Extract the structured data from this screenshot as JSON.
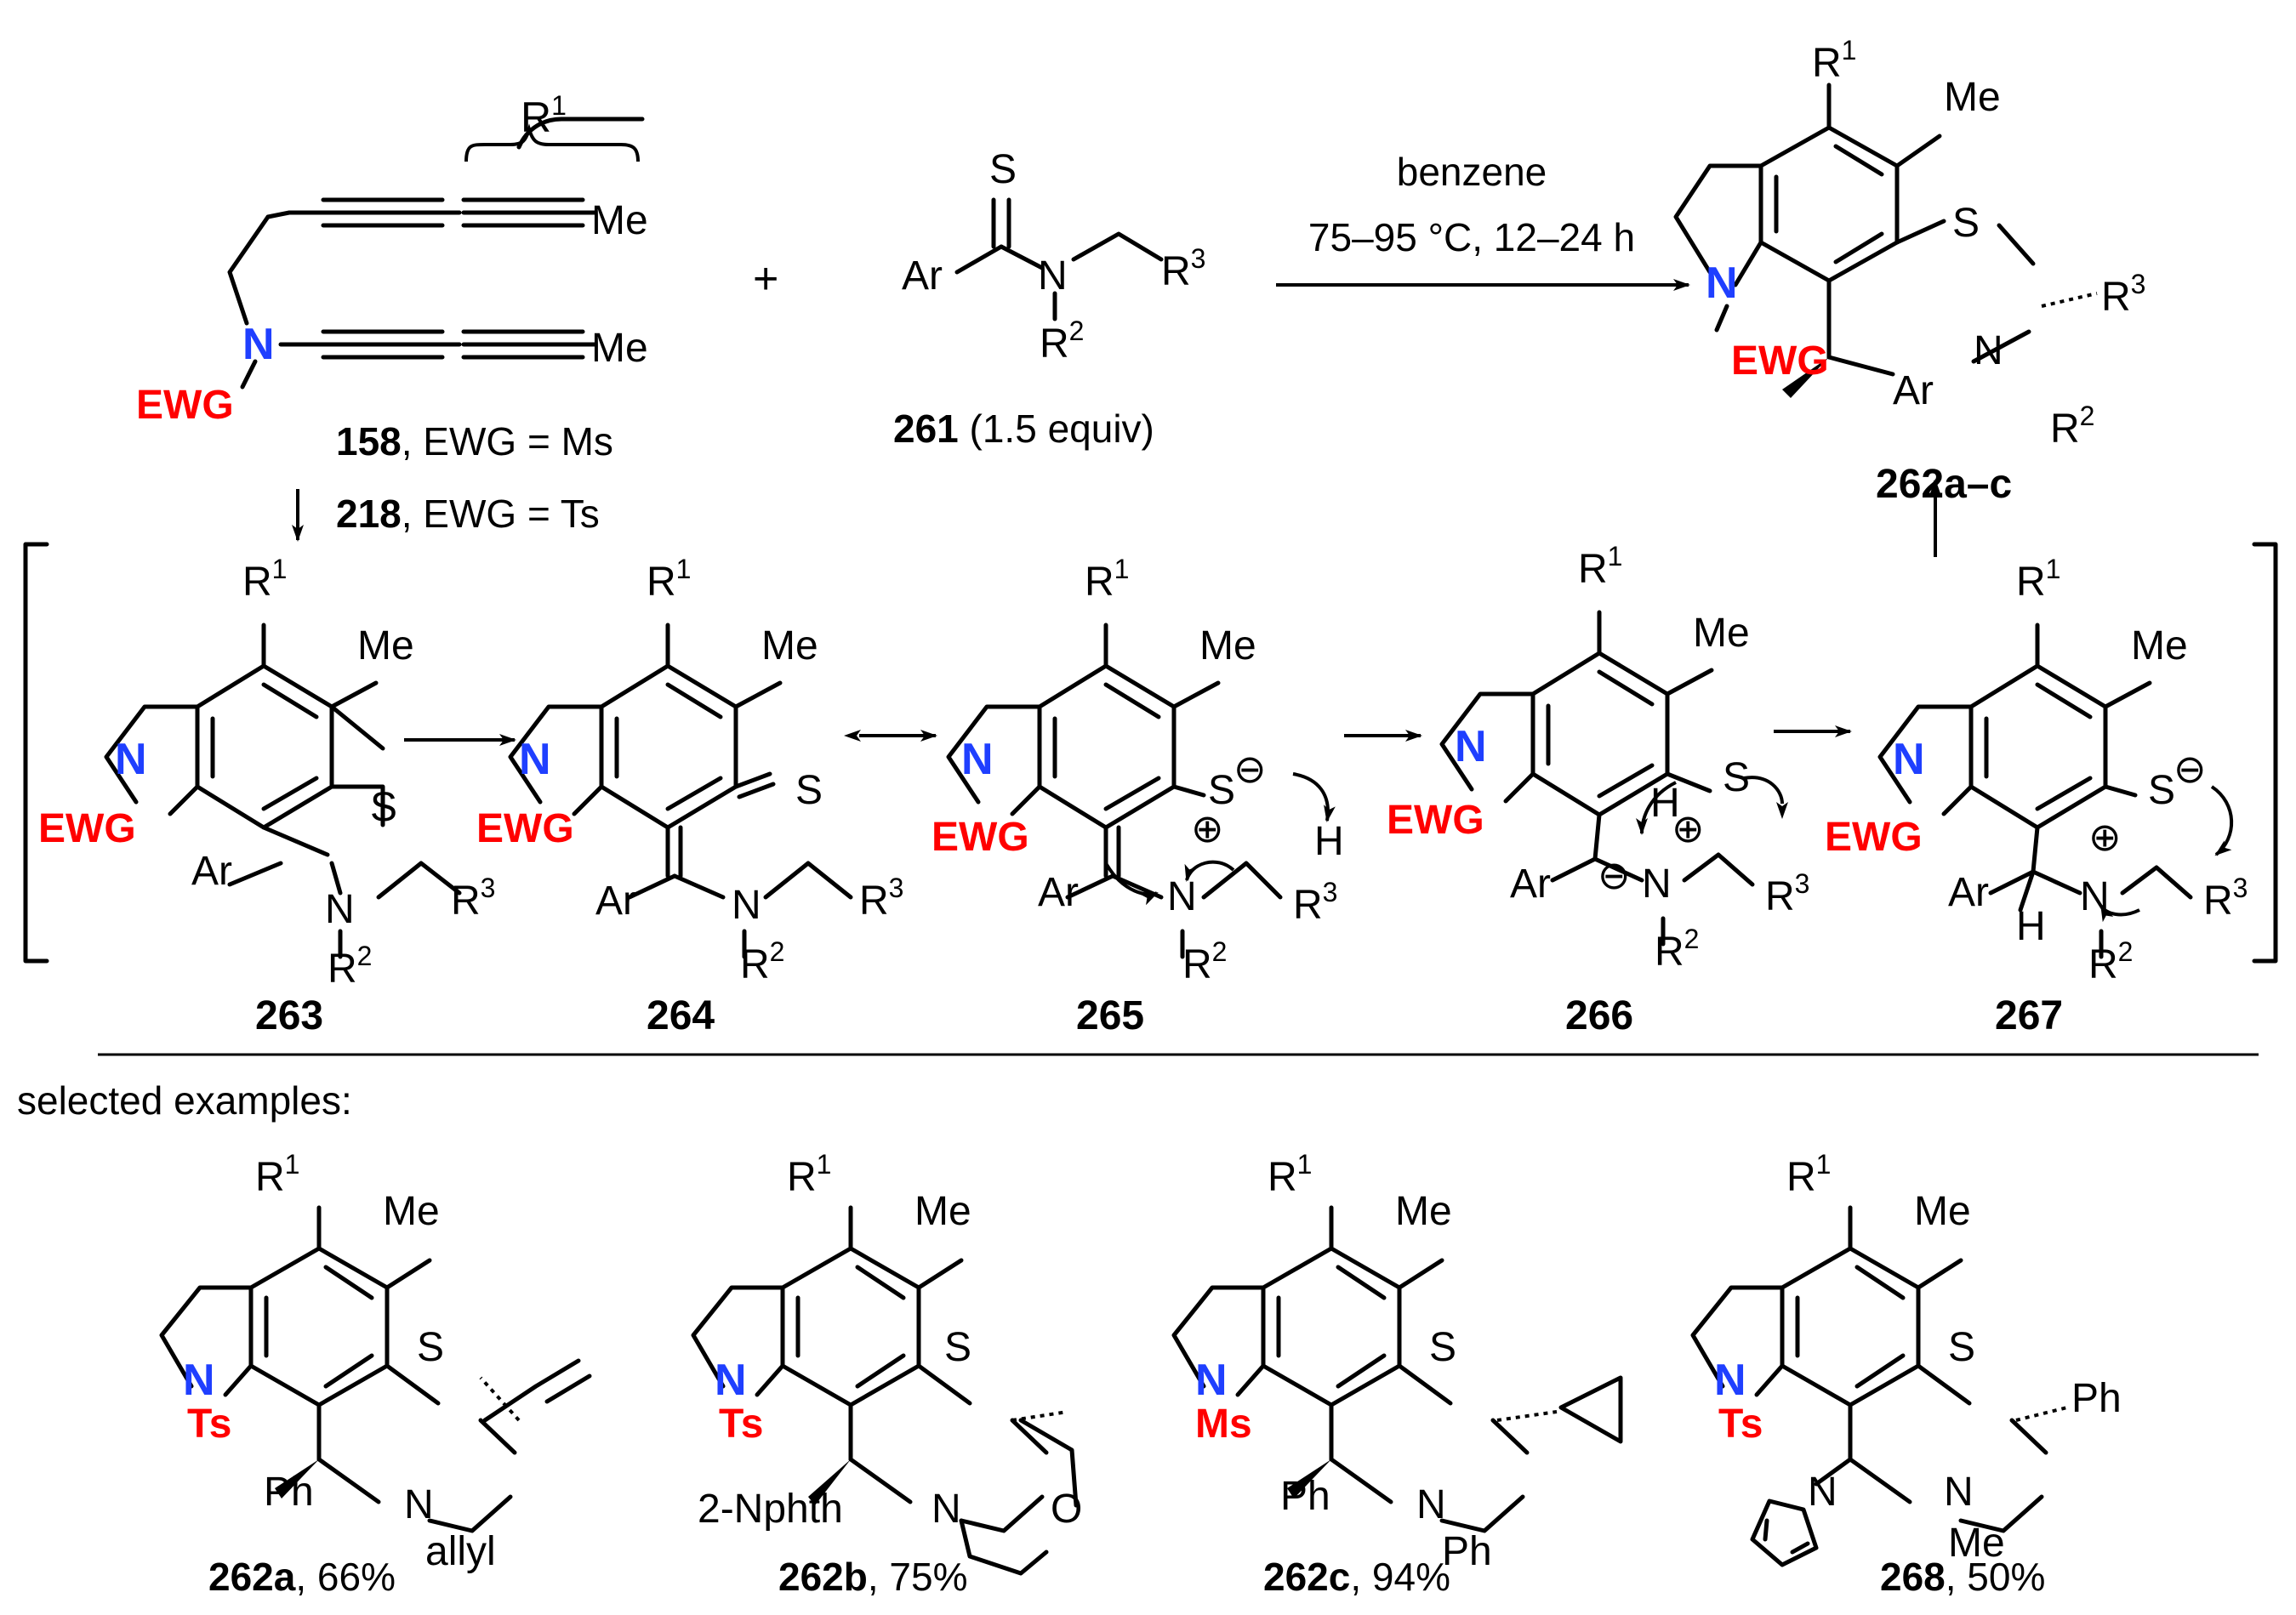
{
  "colors": {
    "ewg": "#ff0000",
    "nitrogen": "#1f3fff",
    "bond": "#000000"
  },
  "top": {
    "sm1": {
      "r1": "R",
      "r1_sup": "1",
      "me1": "Me",
      "me2": "Me",
      "n": "N",
      "ewg": "EWG",
      "label1_num": "158",
      "label1_rest": ", EWG = Ms",
      "label2_num": "218",
      "label2_rest": ", EWG = Ts"
    },
    "plus": "+",
    "sm2": {
      "s": "S",
      "ar": "Ar",
      "n": "N",
      "r2": "R",
      "r2_sup": "2",
      "r3": "R",
      "r3_sup": "3",
      "label_num": "261",
      "label_rest": " (1.5 equiv)"
    },
    "conditions": {
      "solvent": "benzene",
      "temp_time": "75–95 °C, 12–24 h"
    },
    "product": {
      "r1": "R",
      "r1_sup": "1",
      "me": "Me",
      "s": "S",
      "n1": "N",
      "ewg": "EWG",
      "ar": "Ar",
      "n2": "N",
      "r2": "R",
      "r2_sup": "2",
      "r3": "R",
      "r3_sup": "3",
      "label": "262a–c"
    }
  },
  "intermediates": [
    {
      "id": "263",
      "r1": "R",
      "r1_sup": "1",
      "me": "Me",
      "n": "N",
      "ewg": "EWG",
      "s": "S",
      "ar": "Ar",
      "n2": "N",
      "r2": "R",
      "r2_sup": "2",
      "r3": "R",
      "r3_sup": "3"
    },
    {
      "id": "264",
      "r1": "R",
      "r1_sup": "1",
      "me": "Me",
      "n": "N",
      "ewg": "EWG",
      "s": "S",
      "ar": "Ar",
      "n2": "N",
      "r2": "R",
      "r2_sup": "2",
      "r3": "R",
      "r3_sup": "3"
    },
    {
      "id": "265",
      "r1": "R",
      "r1_sup": "1",
      "me": "Me",
      "n": "N",
      "ewg": "EWG",
      "s": "S",
      "charge_neg": "⊖",
      "charge_pos": "⊕",
      "h": "H",
      "ar": "Ar",
      "n2": "N",
      "r2": "R",
      "r2_sup": "2",
      "r3": "R",
      "r3_sup": "3"
    },
    {
      "id": "266",
      "r1": "R",
      "r1_sup": "1",
      "me": "Me",
      "n": "N",
      "ewg": "EWG",
      "s": "S",
      "charge_neg": "⊖",
      "charge_pos": "⊕",
      "h": "H",
      "ar": "Ar",
      "n2": "N",
      "r2": "R",
      "r2_sup": "2",
      "r3": "R",
      "r3_sup": "3"
    },
    {
      "id": "267",
      "r1": "R",
      "r1_sup": "1",
      "me": "Me",
      "n": "N",
      "ewg": "EWG",
      "s": "S",
      "charge_neg": "⊖",
      "charge_pos": "⊕",
      "h": "H",
      "ar": "Ar",
      "n2": "N",
      "r2": "R",
      "r2_sup": "2",
      "r3": "R",
      "r3_sup": "3"
    }
  ],
  "examples": {
    "heading": "selected examples:",
    "items": [
      {
        "r1": "R",
        "r1_sup": "1",
        "me": "Me",
        "s": "S",
        "n": "N",
        "pg": "Ts",
        "aryl": "Ph",
        "n2": "N",
        "n2_sub": "allyl",
        "label_num": "262a",
        "label_rest": ", 66%"
      },
      {
        "r1": "R",
        "r1_sup": "1",
        "me": "Me",
        "s": "S",
        "n": "N",
        "pg": "Ts",
        "aryl": "2-Nphth",
        "n2": "N",
        "o": "O",
        "label_num": "262b",
        "label_rest": ", 75%"
      },
      {
        "r1": "R",
        "r1_sup": "1",
        "me": "Me",
        "s": "S",
        "n": "N",
        "pg": "Ms",
        "aryl": "Ph",
        "n2": "N",
        "n2_sub": "Ph",
        "label_num": "262c",
        "label_rest": ", 94%"
      },
      {
        "r1": "R",
        "r1_sup": "1",
        "me": "Me",
        "s": "S",
        "n": "N",
        "pg": "Ts",
        "pyrrole_n": "N",
        "n2": "N",
        "n2_sub": "Me",
        "c2_sub": "Ph",
        "label_num": "268",
        "label_rest": ", 50%"
      }
    ]
  }
}
